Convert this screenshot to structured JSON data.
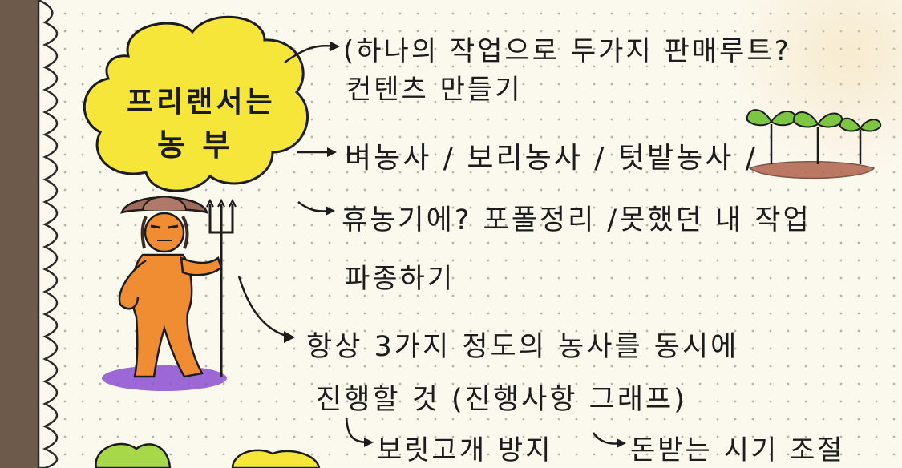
{
  "title": {
    "line1": "프리랜서는",
    "line2": "농 부"
  },
  "notes": {
    "note1_line1": "(하나의 작업으로 두가지 판매루트?",
    "note1_line2": "컨텐츠 만들기",
    "note2": "벼농사 / 보리농사 / 텃밭농사 /",
    "note3_line1": "휴농기에? 포폴정리 /못했던 내 작업",
    "note3_line2": "파종하기",
    "note4_line1": "항상 3가지 정도의 농사를 동시에",
    "note4_line2": "진행할 것 (진행사항 그래프)",
    "note5_a": "보릿고개 방지",
    "note5_b": "돈받는 시기 조절"
  },
  "colors": {
    "cloud_yellow": "#f6e63a",
    "farmer_orange": "#f08c32",
    "shadow_purple": "#8a4fd0",
    "sprout_green": "#7cc644",
    "soil_brown": "#b0644c",
    "ink": "#1c1c1c"
  }
}
